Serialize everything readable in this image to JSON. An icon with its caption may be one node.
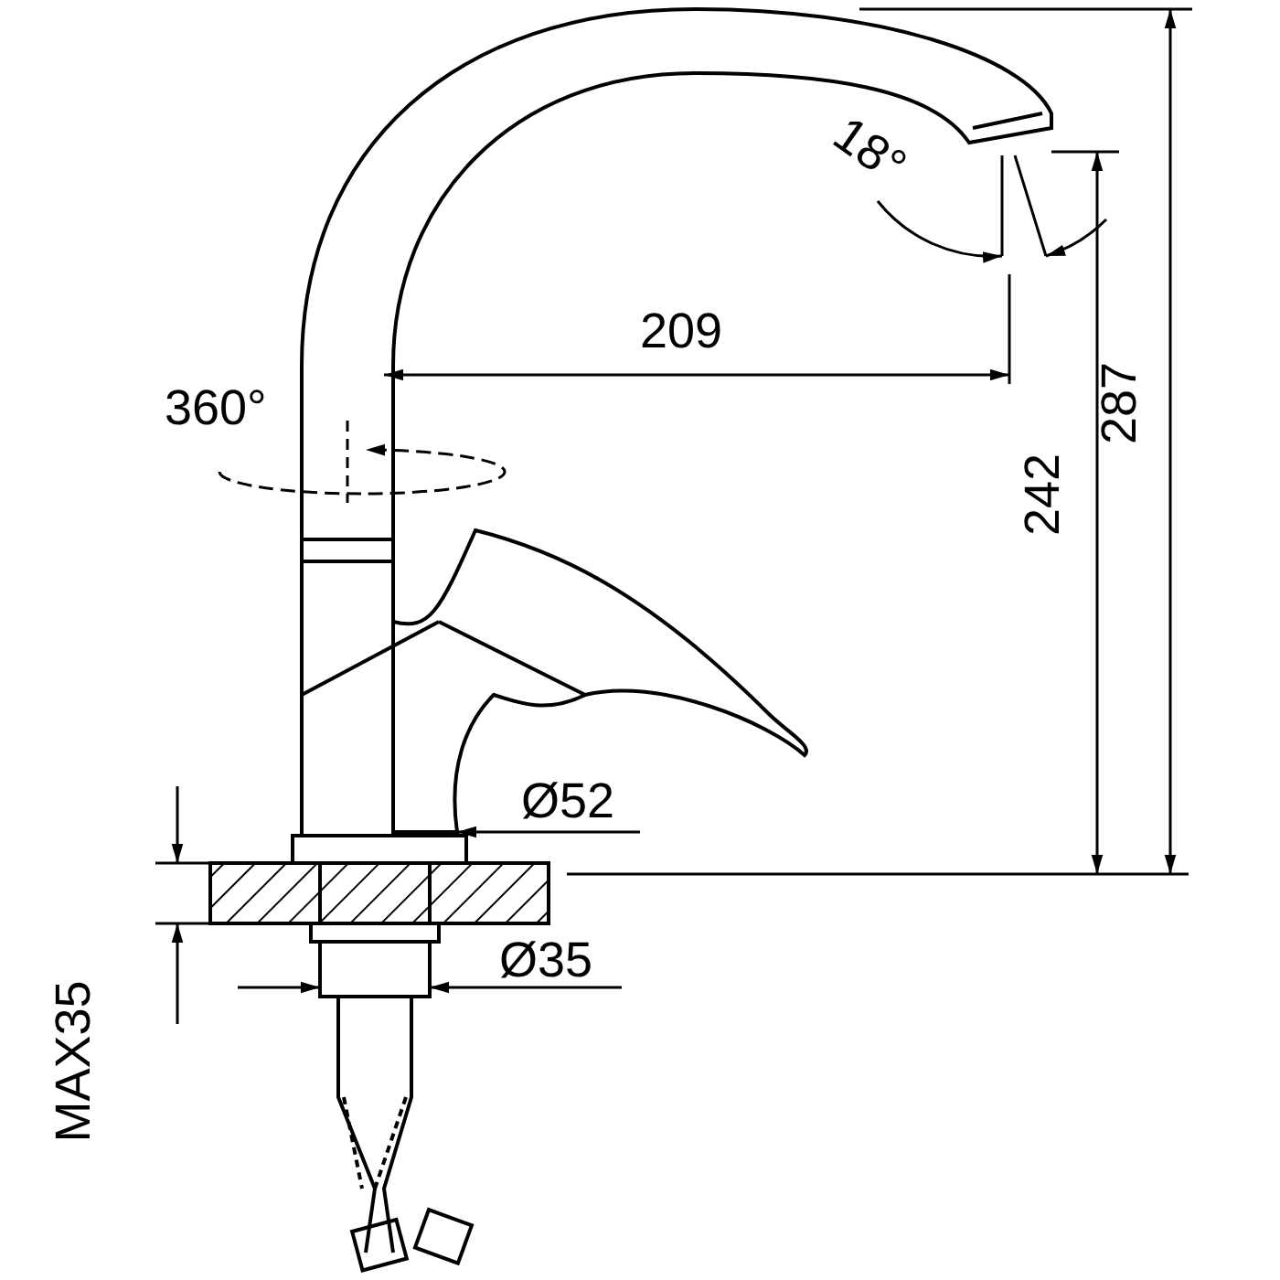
{
  "diagram": {
    "labels": [
      "18°",
      "209",
      "360°",
      "287",
      "242",
      "Ø52",
      "Ø35",
      "MAX35"
    ]
  }
}
